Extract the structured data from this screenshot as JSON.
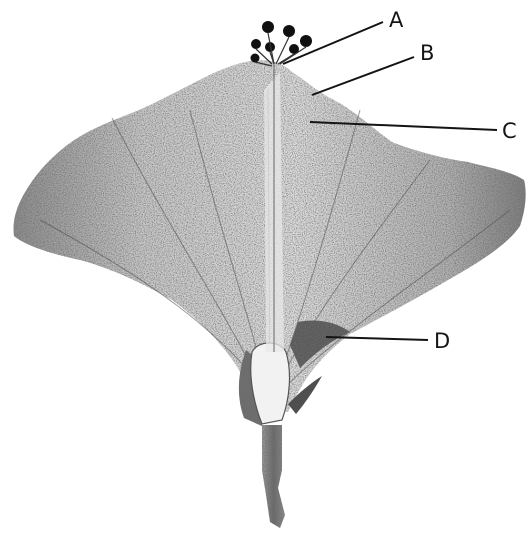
{
  "diagram": {
    "subject": "flower-diagram",
    "labels": {
      "a": "A",
      "b": "B",
      "c": "C",
      "d": "D"
    },
    "colors": {
      "ink": "#151515",
      "petal": "#cfcfcf",
      "petal_shade": "#8a8a8a",
      "paper": "#ffffff"
    }
  }
}
